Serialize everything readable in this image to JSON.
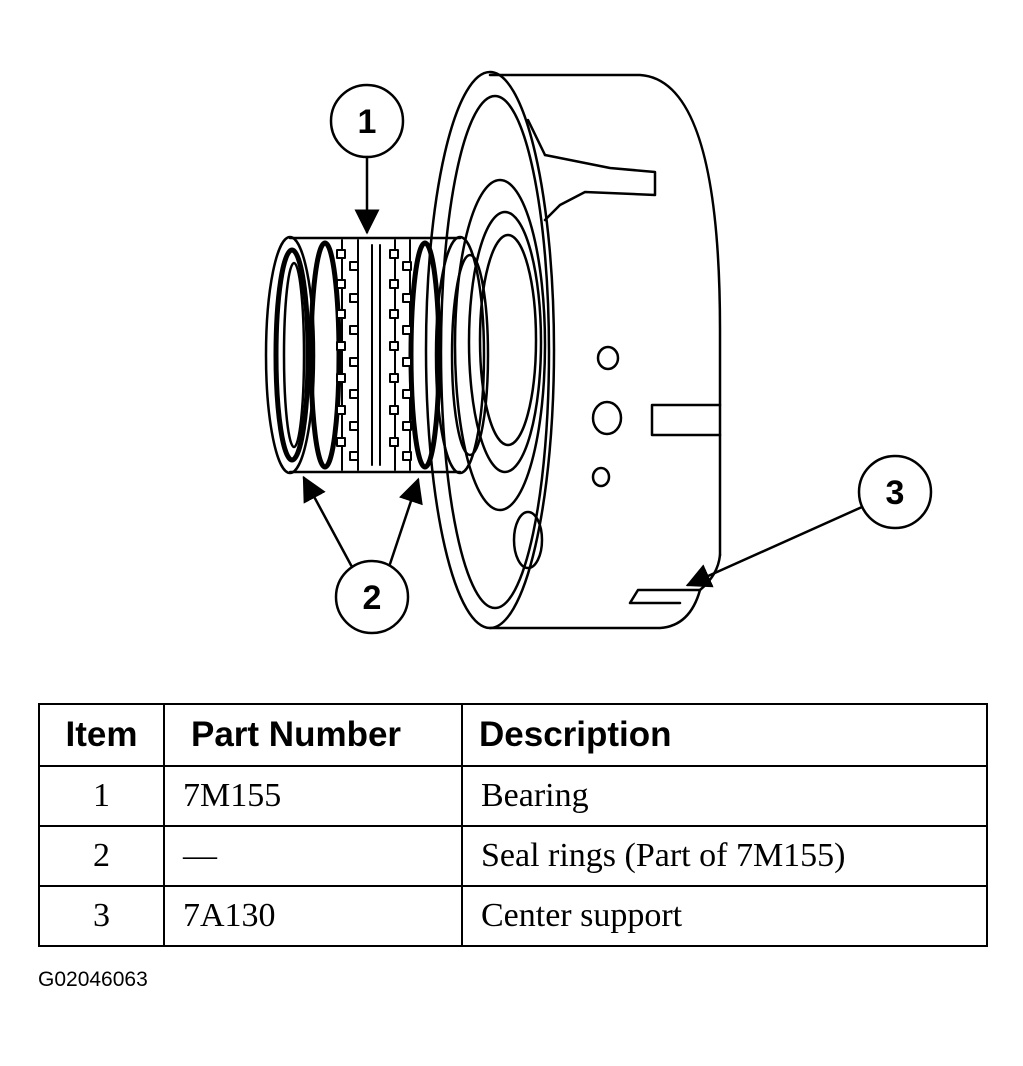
{
  "callouts": {
    "c1": "1",
    "c2": "2",
    "c3": "3"
  },
  "table": {
    "headers": {
      "item": "Item",
      "part_number": "Part Number",
      "description": "Description"
    },
    "rows": [
      {
        "item": "1",
        "part_number": "7M155",
        "description": "Bearing"
      },
      {
        "item": "2",
        "part_number": "—",
        "description": "Seal rings (Part of 7M155)"
      },
      {
        "item": "3",
        "part_number": "7A130",
        "description": "Center support"
      }
    ]
  },
  "figure_id": "G02046063"
}
